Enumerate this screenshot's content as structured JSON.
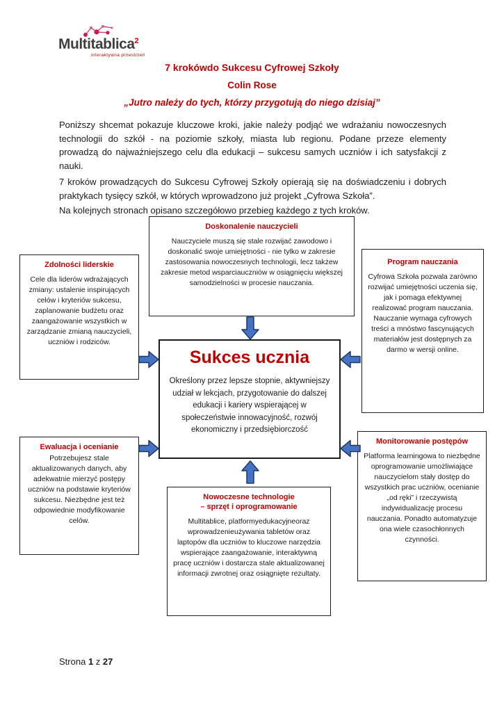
{
  "logo": {
    "brand": "Multitablica",
    "superscript": "2",
    "tagline": "interaktywna przestrzeń"
  },
  "header": {
    "title": "7 krokówdo Sukcesu Cyfrowej Szkoły",
    "author": "Colin Rose",
    "quote": "„Jutro należy do tych, którzy przygotują do niego dzisiaj”"
  },
  "intro": {
    "paragraph1": "Poniższy shcemat pokazuje kluczowe kroki, jakie należy podjąć we wdrażaniu nowoczesnych technologii do szkół - na poziomie szkoły, miasta lub regionu. Podane przeze elementy prowadzą do najważniejszego celu dla edukacji – sukcesu samych uczniów i ich satysfakcji z nauki.",
    "paragraph2": "7 kroków prowadzących do Sukcesu Cyfrowej Szkoły opierają się na doświadczeniu i dobrych praktykach tysięcy szkół, w których wprowadzono już projekt „Cyfrowa Szkoła”.",
    "paragraph3": "Na kolejnych stronach opisano szczegółowo przebieg każdego z tych kroków."
  },
  "diagram": {
    "top": {
      "title": "Doskonalenie nauczycieli",
      "body": "Nauczyciele muszą się stale rozwijać zawodowo i doskonalić swoje umiejętności - nie tylko w zakresie zastosowania nowoczesnych technologii, lecz takżew zakresie metod wsparciauczniów w osiągnięciu większej samodzielności w procesie nauczania."
    },
    "left_top": {
      "title": "Zdolności liderskie",
      "body": "Cele dla liderów wdrażających zmiany: ustalenie inspirujących celów i kryteriów sukcesu, zaplanowanie budżetu oraz zaangażowanie wszystkich w zarządzanie zmianą nauczycieli, uczniów i rodziców."
    },
    "right_top": {
      "title": "Program nauczania",
      "body": "Cyfrowa Szkoła pozwala zarówno rozwijać umiejętności uczenia się, jak i pomaga efektywnej realizować program nauczania. Nauczanie wymaga cyfrowych treści a mnóstwo fascynujących materiałów jest dostępnych za darmo w wersji online."
    },
    "center": {
      "title": "Sukces ucznia",
      "body": "Określony przez lepsze stopnie, aktywniejszy udział w lekcjach, przygotowanie do dalszej edukacji i kariery wspierającej w społeczeństwie innowacyjność, rozwój ekonomiczny i przedsiębiorczość"
    },
    "left_bottom": {
      "title": "Ewaluacja i ocenianie",
      "body": "Potrzebujesz stale aktualizowanych danych, aby adekwatnie mierzyć postępy uczniów na podstawie kryteriów sukcesu. Niezbędne jest też odpowiednie modyfikowanie celów."
    },
    "right_bottom": {
      "title": "Monitorowanie postępów",
      "body": "Platforma learningowa to niezbędne oprogramowanie umożliwiające nauczycielom stały dostęp do wszystkich prac uczniów, ocenianie „od ręki” i rzeczywistą indywidualizację procesu nauczania. Ponadto automatyzuje ona wiele czasochłonnych czynności."
    },
    "bottom": {
      "title_line1": "Nowoczesne technologie",
      "title_line2": "– sprzęt i oprogramowanie",
      "body": "Multitablice, platformyedukacyjneoraz wprowadzenieużywania tabletów oraz laptopów dla uczniów to kluczowe narzędzia wspierające zaangażowanie, interaktywną pracę uczniów i dostarcza stale aktualizowanej informacji zwrotnej oraz osiągnięte rezultaty."
    }
  },
  "footer": {
    "label": "Strona",
    "page": "1",
    "of": "z",
    "total": "27"
  },
  "colors": {
    "accent_red": "#C00000",
    "arrow_fill": "#4472C4",
    "arrow_stroke": "#1F3864",
    "logo_red": "#D8325C"
  }
}
